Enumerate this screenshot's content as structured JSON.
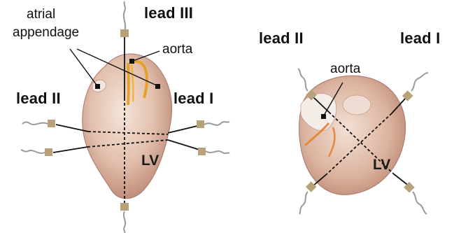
{
  "left_panel": {
    "lead_iii": "lead III",
    "lead_ii": "lead II",
    "lead_i": "lead I",
    "atrial_appendage_line1": "atrial",
    "atrial_appendage_line2": "appendage",
    "aorta": "aorta",
    "lv": "LV"
  },
  "right_panel": {
    "lead_ii": "lead II",
    "lead_i": "lead I",
    "aorta": "aorta",
    "lv": "LV"
  },
  "colors": {
    "heart_fill": "#e8c9b8",
    "heart_shade": "#c99a86",
    "aorta_vessel": "#e7a12a",
    "electrode": "#b8a27a",
    "wire": "#9a9a9a",
    "axis_line": "#111111"
  }
}
